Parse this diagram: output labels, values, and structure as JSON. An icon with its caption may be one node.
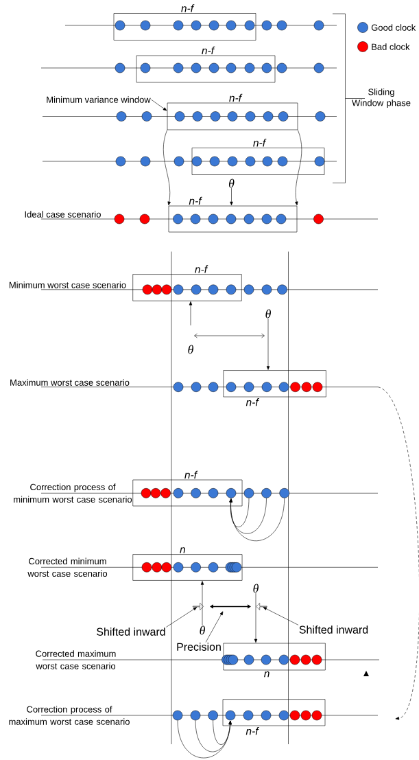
{
  "diagram": {
    "nodes": [
      {
        "text": [
          "n-f"
        ]
      },
      {
        "text": [],
        "shape": "circle",
        "in": 0
      },
      {
        "text": [],
        "shape": "circle",
        "in": 0
      },
      {
        "text": [],
        "shape": "circle",
        "in": 0
      },
      {
        "text": [],
        "shape": "circle",
        "in": 0
      },
      {
        "text": [],
        "shape": "circle",
        "in": 0
      },
      {
        "text": [],
        "shape": "circle",
        "in": 0
      },
      {
        "text": [],
        "shape": "circle",
        "in": 0
      },
      {
        "text": [],
        "shape": "circle"
      },
      {
        "text": [],
        "shape": "circle"
      },
      {
        "text": [],
        "shape": "circle"
      },
      {
        "text": [
          "n-f"
        ]
      },
      {
        "text": [],
        "shape": "circle"
      },
      {
        "text": [],
        "shape": "circle",
        "in": 11
      },
      {
        "text": [],
        "shape": "circle",
        "in": 11
      },
      {
        "text": [],
        "shape": "circle",
        "in": 11
      },
      {
        "text": [],
        "shape": "circle",
        "in": 11
      },
      {
        "text": [],
        "shape": "circle",
        "in": 11
      },
      {
        "text": [],
        "shape": "circle",
        "in": 11
      },
      {
        "text": [],
        "shape": "circle",
        "in": 11
      },
      {
        "text": [],
        "shape": "circle"
      },
      {
        "text": [],
        "shape": "circle"
      },
      {
        "text": [
          "Minimum variance window"
        ]
      },
      {
        "text": [
          "n-f"
        ]
      },
      {
        "text": [],
        "shape": "circle"
      },
      {
        "text": [],
        "shape": "circle"
      },
      {
        "text": [],
        "shape": "circle",
        "in": 23
      },
      {
        "text": [],
        "shape": "circle",
        "in": 23
      },
      {
        "text": [],
        "shape": "circle",
        "in": 23
      },
      {
        "text": [],
        "shape": "circle",
        "in": 23
      },
      {
        "text": [],
        "shape": "circle",
        "in": 23
      },
      {
        "text": [],
        "shape": "circle",
        "in": 23
      },
      {
        "text": [],
        "shape": "circle",
        "in": 23
      },
      {
        "text": [],
        "shape": "circle"
      },
      {
        "text": [
          "n-f"
        ]
      },
      {
        "text": [],
        "shape": "circle"
      },
      {
        "text": [],
        "shape": "circle"
      },
      {
        "text": [],
        "shape": "circle"
      },
      {
        "text": [],
        "shape": "circle",
        "in": 34
      },
      {
        "text": [],
        "shape": "circle",
        "in": 34
      },
      {
        "text": [],
        "shape": "circle",
        "in": 34
      },
      {
        "text": [],
        "shape": "circle",
        "in": 34
      },
      {
        "text": [],
        "shape": "circle",
        "in": 34
      },
      {
        "text": [],
        "shape": "circle",
        "in": 34
      },
      {
        "text": [],
        "shape": "circle",
        "in": 34
      },
      {
        "text": [
          "θ"
        ]
      },
      {
        "text": [
          "n-f"
        ]
      },
      {
        "text": [],
        "shape": "circle"
      },
      {
        "text": [],
        "shape": "circle"
      },
      {
        "text": [],
        "shape": "circle",
        "in": 46
      },
      {
        "text": [],
        "shape": "circle",
        "in": 46
      },
      {
        "text": [],
        "shape": "circle",
        "in": 46
      },
      {
        "text": [],
        "shape": "circle",
        "in": 46
      },
      {
        "text": [],
        "shape": "circle",
        "in": 46
      },
      {
        "text": [],
        "shape": "circle",
        "in": 46
      },
      {
        "text": [],
        "shape": "circle",
        "in": 46
      },
      {
        "text": [],
        "shape": "circle"
      },
      {
        "text": [
          "n-f"
        ]
      },
      {
        "text": [],
        "shape": "circle",
        "in": 57
      },
      {
        "text": [],
        "shape": "circle",
        "in": 57
      },
      {
        "text": [],
        "shape": "circle",
        "in": 57
      },
      {
        "text": [],
        "shape": "circle",
        "in": 57
      },
      {
        "text": [],
        "shape": "circle",
        "in": 57
      },
      {
        "text": [],
        "shape": "circle",
        "in": 57
      },
      {
        "text": [],
        "shape": "circle",
        "in": 57
      },
      {
        "text": [],
        "shape": "circle"
      },
      {
        "text": [],
        "shape": "circle"
      },
      {
        "text": [],
        "shape": "circle"
      },
      {
        "text": [
          "θ"
        ]
      },
      {
        "text": [
          "θ"
        ]
      },
      {
        "text": [
          "n-f"
        ]
      },
      {
        "text": [],
        "shape": "circle"
      },
      {
        "text": [],
        "shape": "circle"
      },
      {
        "text": [],
        "shape": "circle"
      },
      {
        "text": [],
        "shape": "circle",
        "in": 70
      },
      {
        "text": [],
        "shape": "circle",
        "in": 70
      },
      {
        "text": [],
        "shape": "circle",
        "in": 70
      },
      {
        "text": [],
        "shape": "circle",
        "in": 70
      },
      {
        "text": [],
        "shape": "circle",
        "in": 70
      },
      {
        "text": [],
        "shape": "circle",
        "in": 70
      },
      {
        "text": [],
        "shape": "circle",
        "in": 70
      },
      {
        "text": [
          "n-f"
        ]
      },
      {
        "text": [],
        "shape": "circle",
        "in": 81
      },
      {
        "text": [],
        "shape": "circle",
        "in": 81
      },
      {
        "text": [],
        "shape": "circle",
        "in": 81
      },
      {
        "text": [],
        "shape": "circle",
        "in": 81
      },
      {
        "text": [],
        "shape": "circle",
        "in": 81
      },
      {
        "text": [],
        "shape": "circle",
        "in": 81
      },
      {
        "text": [],
        "shape": "circle",
        "in": 81
      },
      {
        "text": [],
        "shape": "circle"
      },
      {
        "text": [],
        "shape": "circle"
      },
      {
        "text": [],
        "shape": "circle"
      },
      {
        "text": [
          "n"
        ]
      },
      {
        "text": [],
        "shape": "circle",
        "in": 92
      },
      {
        "text": [],
        "shape": "circle",
        "in": 92
      },
      {
        "text": [],
        "shape": "circle",
        "in": 92
      },
      {
        "text": [],
        "shape": "circle",
        "in": 92
      },
      {
        "text": [],
        "shape": "circle",
        "in": 92
      },
      {
        "text": [],
        "shape": "circle",
        "in": 92
      },
      {
        "text": [],
        "shape": "circle",
        "in": 92
      },
      {
        "text": [],
        "shape": "circle",
        "in": 92
      },
      {
        "text": [],
        "shape": "circle",
        "in": 92
      },
      {
        "text": [],
        "shape": "circle",
        "in": 92
      },
      {
        "text": [
          "θ"
        ]
      },
      {
        "text": [],
        "shape": "arrow"
      },
      {
        "text": [],
        "shape": "arrow"
      },
      {
        "text": [
          "θ"
        ]
      },
      {
        "text": [
          "Shifted inward"
        ]
      },
      {
        "text": [
          "Shifted inward"
        ]
      },
      {
        "text": [
          "Precision"
        ]
      },
      {
        "text": [
          "n"
        ]
      },
      {
        "text": [],
        "shape": "circle",
        "in": 110
      },
      {
        "text": [],
        "shape": "circle",
        "in": 110
      },
      {
        "text": [],
        "shape": "circle",
        "in": 110
      },
      {
        "text": [],
        "shape": "circle",
        "in": 110
      },
      {
        "text": [],
        "shape": "circle",
        "in": 110
      },
      {
        "text": [],
        "shape": "circle",
        "in": 110
      },
      {
        "text": [],
        "shape": "circle",
        "in": 110
      },
      {
        "text": [],
        "shape": "circle",
        "in": 110
      },
      {
        "text": [],
        "shape": "circle",
        "in": 110
      },
      {
        "text": [],
        "shape": "circle",
        "in": 110
      },
      {
        "text": [
          "n-f"
        ]
      },
      {
        "text": [],
        "shape": "circle"
      },
      {
        "text": [],
        "shape": "circle"
      },
      {
        "text": [],
        "shape": "circle"
      },
      {
        "text": [],
        "shape": "circle",
        "in": 121
      },
      {
        "text": [],
        "shape": "circle",
        "in": 121
      },
      {
        "text": [],
        "shape": "circle",
        "in": 121
      },
      {
        "text": [],
        "shape": "circle",
        "in": 121
      },
      {
        "text": [],
        "shape": "circle",
        "in": 121
      },
      {
        "text": [],
        "shape": "circle",
        "in": 121
      },
      {
        "text": [],
        "shape": "circle",
        "in": 121
      }
    ],
    "edges": [
      {
        "from": 22,
        "to": 23,
        "arrow": "to"
      },
      {
        "from": 23,
        "to": 46,
        "arrow": "to"
      },
      {
        "from": 23,
        "to": 46,
        "arrow": "to"
      },
      {
        "from": 45,
        "to": 46,
        "arrow": "to"
      },
      {
        "from": 69,
        "to": 57,
        "arrow": "to"
      },
      {
        "from": 68,
        "to": 70,
        "arrow": "to"
      },
      {
        "from": 89,
        "to": 88,
        "arrow": "to"
      },
      {
        "from": 90,
        "to": 88,
        "arrow": "to"
      },
      {
        "from": 91,
        "to": 88,
        "arrow": "to"
      },
      {
        "from": 103,
        "to": 110,
        "arrow": "to"
      },
      {
        "from": 106,
        "to": 92,
        "arrow": "to"
      },
      {
        "from": 107,
        "to": 104,
        "arrow": "to"
      },
      {
        "from": 108,
        "to": 105,
        "arrow": "to"
      },
      {
        "from": 109,
        "to": null,
        "arrow": "to"
      },
      {
        "from": 122,
        "to": 125,
        "arrow": "to"
      },
      {
        "from": 123,
        "to": 125,
        "arrow": "to"
      },
      {
        "from": 124,
        "to": 125,
        "arrow": "to"
      }
    ],
    "labels": [
      "Sliding Window phase",
      "Ideal case scenario",
      "Minimum worst case scenario",
      "Maximum worst case scenario",
      "Correction process of minimum worst case scenario",
      "Corrected minimum worst case scenario",
      "Corrected maximum worst case scenario",
      "Correction process of maximum worst case scenario"
    ],
    "legend": [
      {
        "text": "Good clock",
        "color": "#3b78d4"
      },
      {
        "text": "Bad clock",
        "color": "#ff0000"
      }
    ]
  }
}
